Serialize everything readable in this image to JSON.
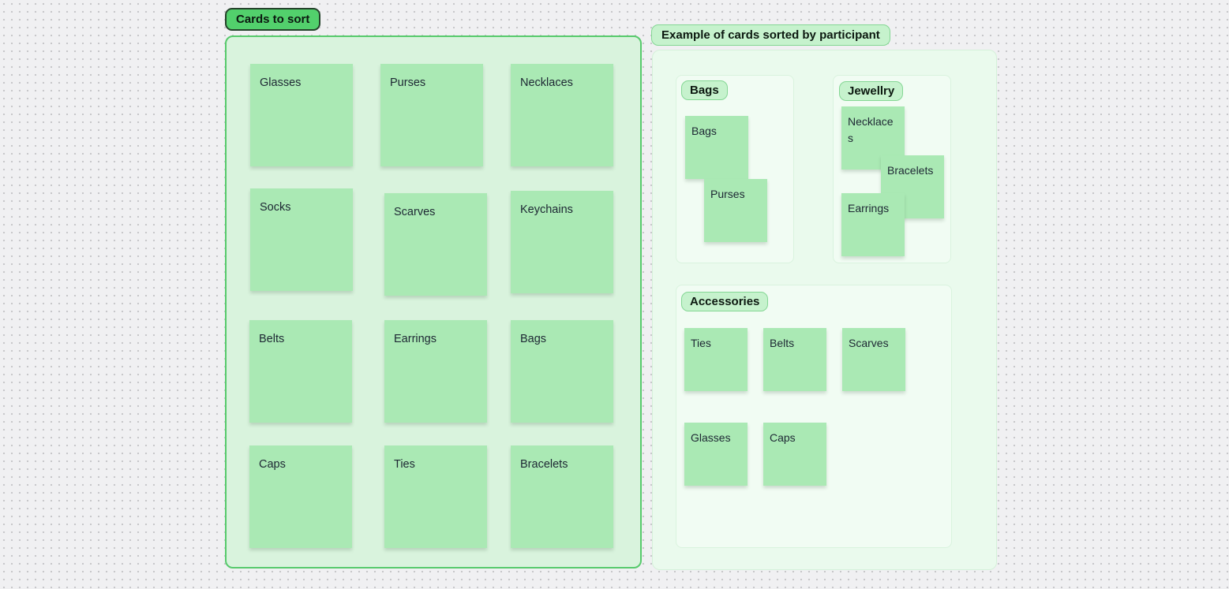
{
  "pool": {
    "label": "Cards to sort",
    "cards": [
      {
        "label": "Glasses"
      },
      {
        "label": "Purses"
      },
      {
        "label": "Necklaces"
      },
      {
        "label": "Socks"
      },
      {
        "label": "Scarves"
      },
      {
        "label": "Keychains"
      },
      {
        "label": "Belts"
      },
      {
        "label": "Earrings"
      },
      {
        "label": "Bags"
      },
      {
        "label": "Caps"
      },
      {
        "label": "Ties"
      },
      {
        "label": "Bracelets"
      }
    ]
  },
  "example": {
    "label": "Example of cards sorted by participant",
    "groups": [
      {
        "label": "Bags",
        "cards": [
          {
            "label": "Bags"
          },
          {
            "label": "Purses"
          }
        ]
      },
      {
        "label": "Jewellry",
        "cards": [
          {
            "label": "Necklaces"
          },
          {
            "label": "Bracelets"
          },
          {
            "label": "Earrings"
          }
        ]
      },
      {
        "label": "Accessories",
        "cards": [
          {
            "label": "Ties"
          },
          {
            "label": "Belts"
          },
          {
            "label": "Scarves"
          },
          {
            "label": "Glasses"
          },
          {
            "label": "Caps"
          }
        ]
      }
    ]
  },
  "colors": {
    "canvas_background": "#f0f0f2",
    "dot_grid": "#c5c5c8",
    "pool_frame_fill": "#d9f3dd",
    "pool_frame_border": "#57ca6c",
    "pool_title_fill": "#52d06c",
    "pool_title_border": "#25422b",
    "example_frame_fill": "#eafaed",
    "group_box_fill": "#f1fcf3",
    "group_label_fill": "#c6f2cd",
    "group_label_border": "#84d794",
    "sticky_fill": "#aae9b4",
    "text": "#1d2733"
  }
}
